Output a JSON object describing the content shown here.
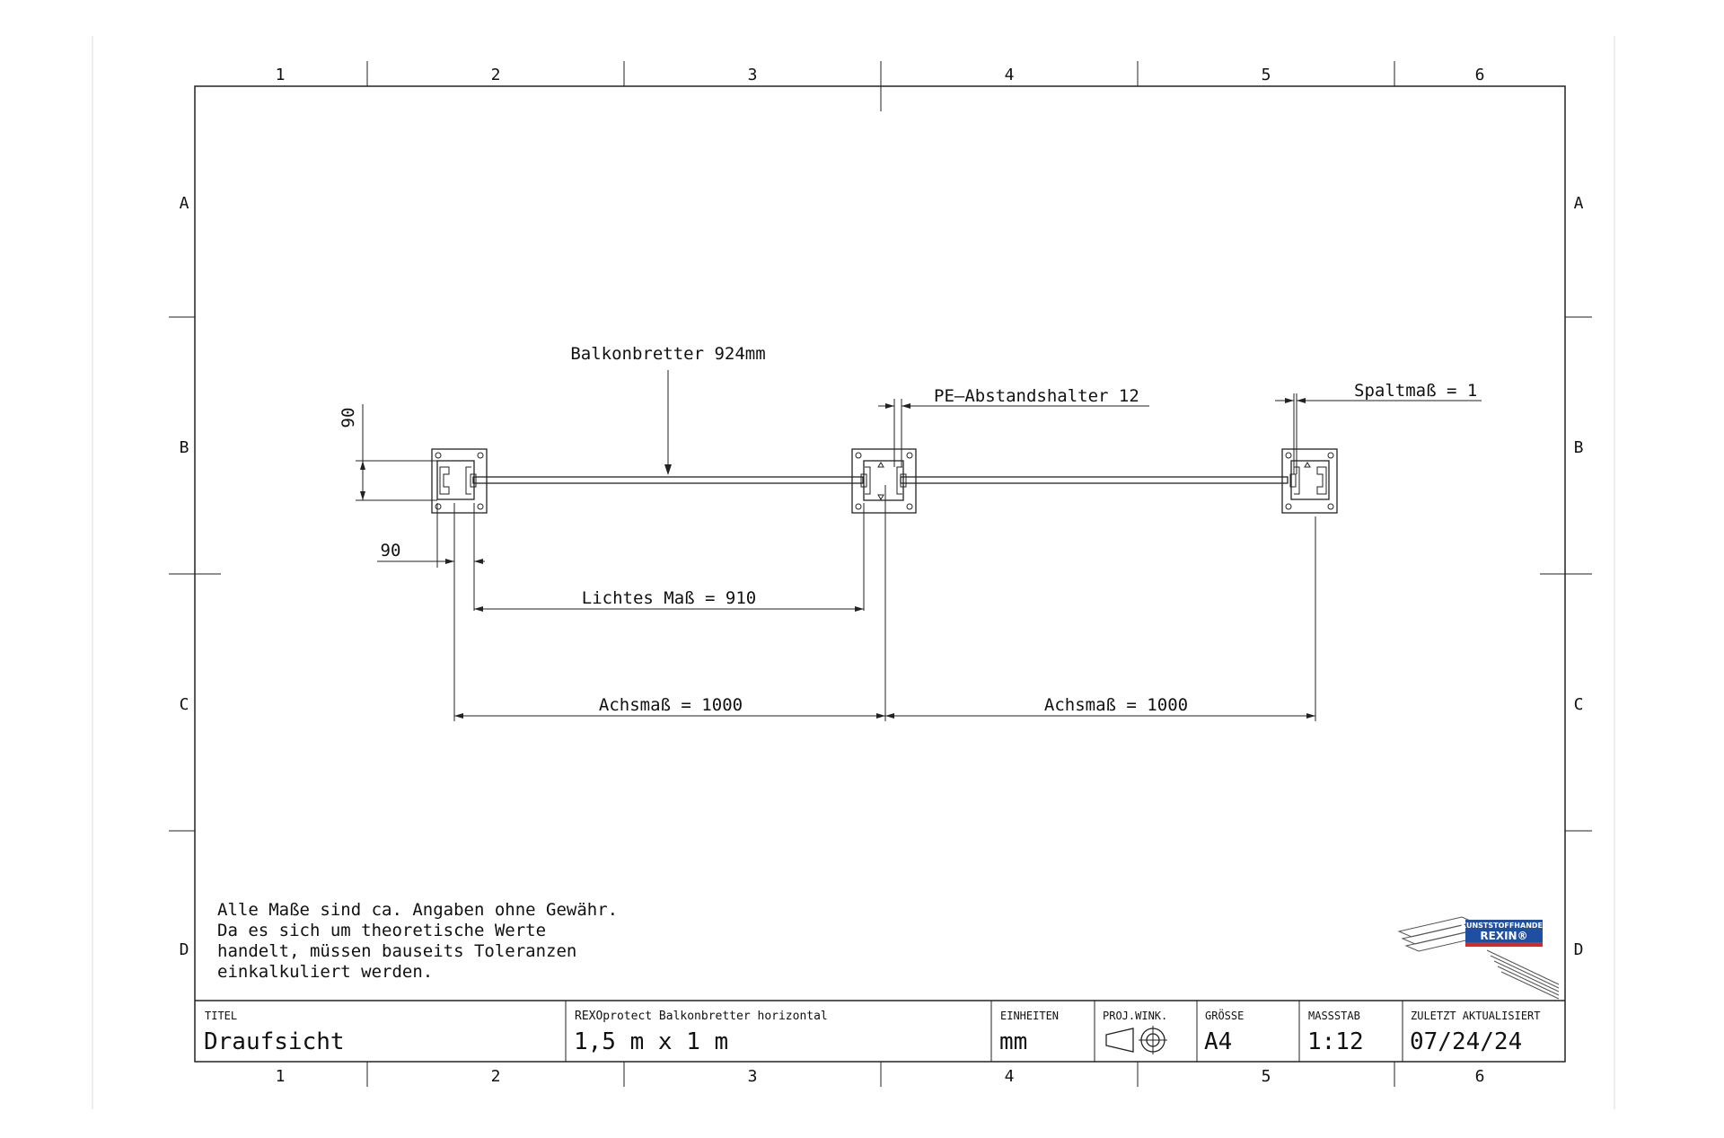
{
  "sheet": {
    "col_labels": [
      "1",
      "2",
      "3",
      "4",
      "5",
      "6"
    ],
    "row_labels": [
      "A",
      "B",
      "C",
      "D"
    ]
  },
  "dimensions": {
    "board_label": "Balkonbretter 924mm",
    "spacer_label": "PE–Abstandshalter 12",
    "gap_label": "Spaltmaß = 1",
    "post_height": "90",
    "post_width": "90",
    "clear_span": "Lichtes Maß = 910",
    "axis_left": "Achsmaß = 1000",
    "axis_right": "Achsmaß = 1000"
  },
  "note": {
    "lines": [
      "Alle Maße sind ca. Angaben ohne Gewähr.",
      "Da es sich um theoretische Werte",
      "handelt, müssen bauseits Toleranzen",
      "einkalkuliert werden."
    ]
  },
  "logo": {
    "top_text": "KUNSTSTOFFHANDEL",
    "brand_text": "REXIN®",
    "brand_color": "#1e4fa0",
    "accent_color": "#d42a22"
  },
  "title_block": {
    "title_label": "TITEL",
    "title_value": "Draufsicht",
    "desc_label": "REXOprotect Balkonbretter horizontal",
    "desc_value": "1,5 m x 1 m",
    "units_label": "EINHEITEN",
    "units_value": "mm",
    "proj_label": "PROJ.WINK.",
    "size_label": "GRÖSSE",
    "size_value": "A4",
    "scale_label": "MASSSTAB",
    "scale_value": "1:12",
    "updated_label": "ZULETZT AKTUALISIERT",
    "updated_value": "07/24/24"
  }
}
